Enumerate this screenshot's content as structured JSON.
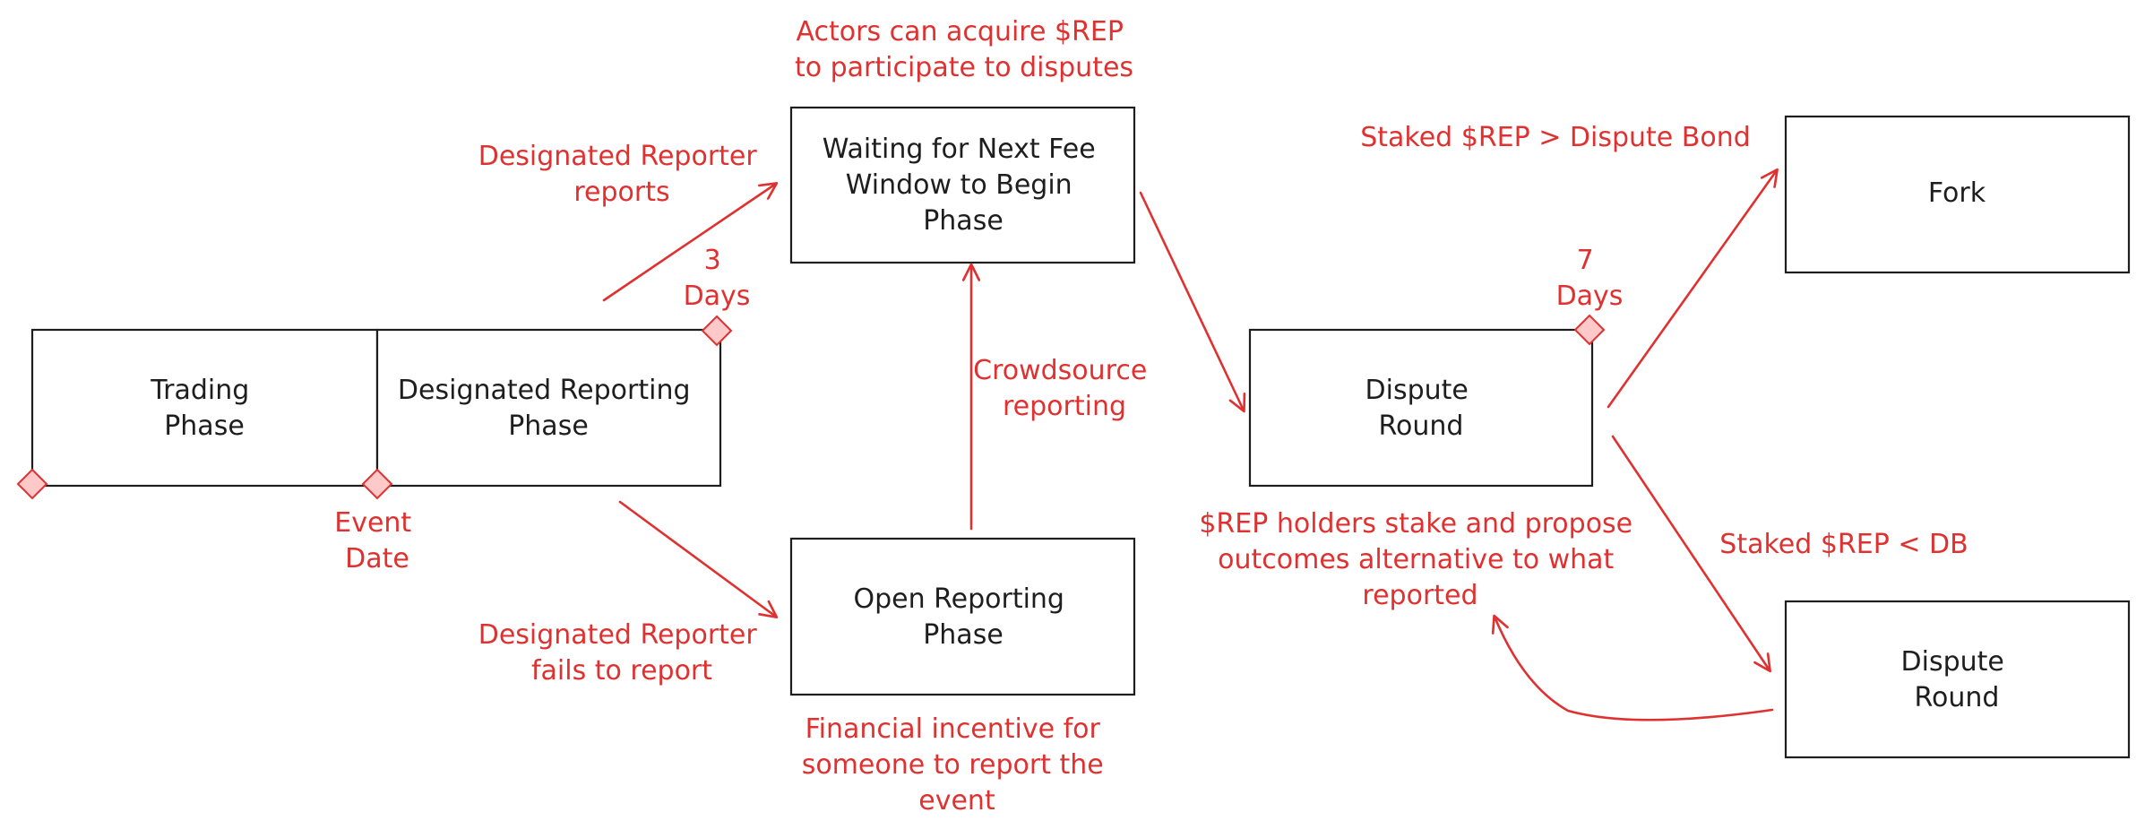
{
  "boxes": {
    "trading": [
      "Trading",
      "Phase"
    ],
    "designated": [
      "Designated Reporting",
      "Phase"
    ],
    "waiting": [
      "Waiting for Next Fee",
      "Window to Begin",
      "Phase"
    ],
    "open": [
      "Open Reporting",
      "Phase"
    ],
    "dispute1": [
      "Dispute",
      "Round"
    ],
    "fork": [
      "Fork"
    ],
    "dispute2": [
      "Dispute",
      "Round"
    ]
  },
  "labels": {
    "actors": [
      "Actors can acquire $REP",
      "to participate to disputes"
    ],
    "designated_reports": [
      "Designated Reporter",
      "reports"
    ],
    "three_days": [
      "3",
      "Days"
    ],
    "event_date": [
      "Event",
      "Date"
    ],
    "crowdsource": [
      "Crowdsource",
      "reporting"
    ],
    "designated_fails": [
      "Designated Reporter",
      "fails to report"
    ],
    "financial": [
      "Financial incentive for",
      "someone to report the",
      "event"
    ],
    "seven_days": [
      "7",
      "Days"
    ],
    "staked_gt": [
      "Staked $REP > Dispute Bond"
    ],
    "rep_holders": [
      "$REP holders stake and propose",
      "outcomes alternative to what",
      "reported"
    ],
    "staked_lt": [
      "Staked $REP < DB"
    ]
  },
  "colors": {
    "box_stroke": "#1e1e1e",
    "annotation": "#e03131",
    "marker_fill": "#ffc9c9"
  }
}
